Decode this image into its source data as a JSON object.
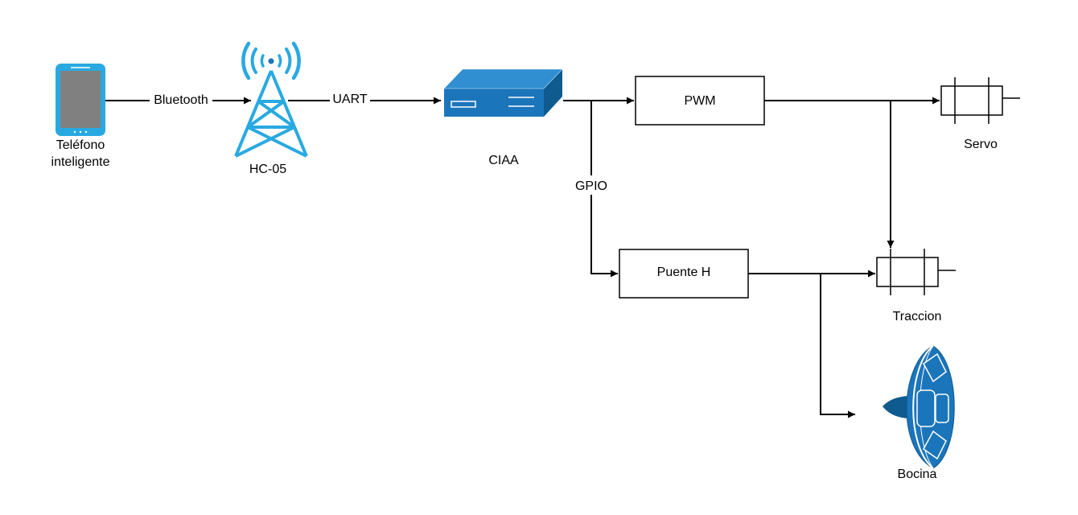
{
  "nodes": {
    "phone": {
      "label_line1": "Teléfono",
      "label_line2": "inteligente",
      "icon": "smartphone-icon"
    },
    "hc05": {
      "label": "HC-05",
      "icon": "radio-tower-icon"
    },
    "ciaa": {
      "label": "CIAA",
      "icon": "network-device-icon"
    },
    "pwm": {
      "label": "PWM"
    },
    "puente_h": {
      "label": "Puente H"
    },
    "servo": {
      "label": "Servo",
      "icon": "motor-icon"
    },
    "traccion": {
      "label": "Traccion",
      "icon": "motor-icon"
    },
    "bocina": {
      "label": "Bocina",
      "icon": "speaker-icon"
    }
  },
  "edges": {
    "bluetooth": "Bluetooth",
    "uart": "UART",
    "gpio": "GPIO"
  },
  "colors": {
    "device_blue": "#1b75bb",
    "icon_light_blue": "#29a9e1",
    "speaker_dark": "#0f5a8f",
    "phone_screen": "#808080",
    "line": "#000000"
  }
}
